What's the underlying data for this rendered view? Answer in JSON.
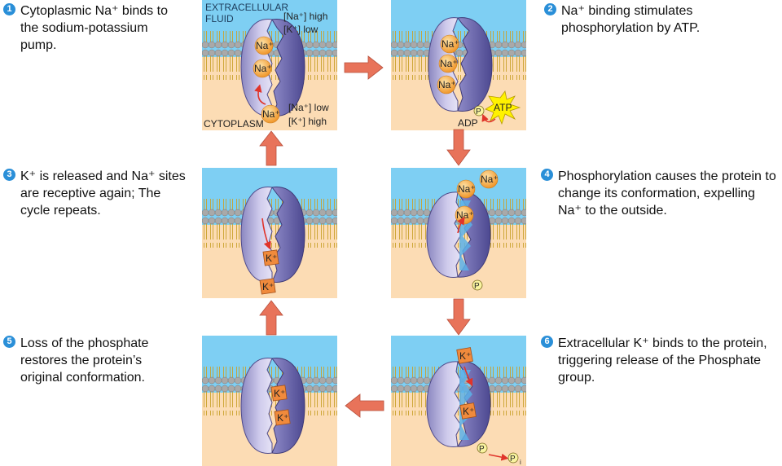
{
  "labels": {
    "extracellular": "EXTRACELLULAR",
    "fluid": "FLUID",
    "cytoplasm": "CYTOPLASM",
    "out_na": "[Na⁺] high",
    "out_k": "[K⁺] low",
    "in_na": "[Na⁺] low",
    "in_k": "[K⁺] high",
    "na": "Na⁺",
    "k": "K⁺",
    "p": "P",
    "pi": "P",
    "pi_sub": "i",
    "atp": "ATP",
    "adp": "ADP"
  },
  "steps": [
    {
      "num": "1",
      "text": "Cytoplasmic Na⁺ binds to the sodium-potassium pump."
    },
    {
      "num": "2",
      "text": "Na⁺ binding stimulates phosphorylation by ATP."
    },
    {
      "num": "3",
      "text": "K⁺ is released and Na⁺ sites are receptive again; The cycle repeats."
    },
    {
      "num": "4",
      "text": "Phosphorylation causes the protein to change its conformation, expelling Na⁺ to the outside."
    },
    {
      "num": "5",
      "text": "Loss of the phosphate restores the protein’s original conformation."
    },
    {
      "num": "6",
      "text": "Extracellular K⁺ binds to the protein, triggering release of the Phosphate group."
    }
  ],
  "colors": {
    "extracellular": "#7ecff3",
    "cytoplasm": "#fcdcb4",
    "protein_light": "#c8c4e4",
    "protein_dark": "#5c58a0",
    "sodium": "#f7a93b",
    "potassium": "#f08a3c",
    "arrow": "#e8735a",
    "atp": "#fff200"
  }
}
